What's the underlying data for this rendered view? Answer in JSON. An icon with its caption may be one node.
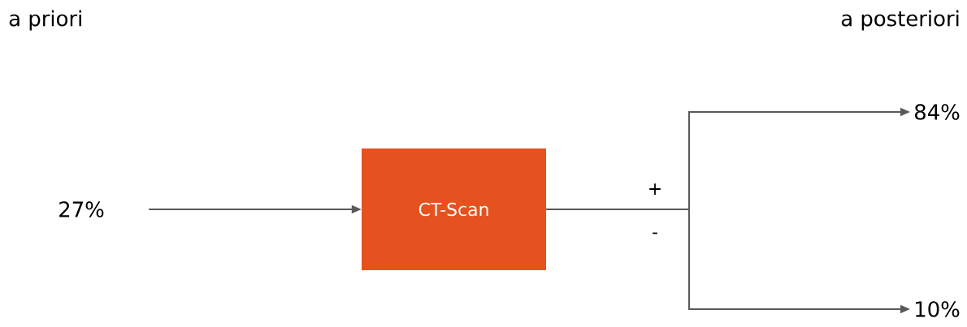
{
  "diagram": {
    "nodes": [
      {
        "text": [
          "27%"
        ]
      },
      {
        "text": [
          "CT-Scan"
        ]
      },
      {
        "text": [
          "84%"
        ]
      },
      {
        "text": [
          "10%"
        ]
      }
    ],
    "edges": [
      {
        "from": 0,
        "to": 1,
        "arrow": "to"
      },
      {
        "from": 1,
        "to": 2,
        "arrow": "to",
        "label": "+"
      },
      {
        "from": 1,
        "to": 3,
        "arrow": "to",
        "label": "-"
      }
    ],
    "labels": [
      "a priori",
      "a posteriori"
    ]
  }
}
